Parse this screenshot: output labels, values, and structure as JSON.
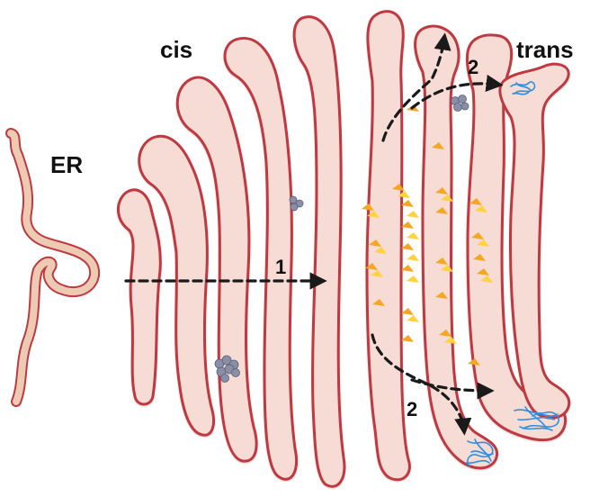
{
  "labels": {
    "er": "ER",
    "cis": "cis",
    "trans": "trans",
    "arrow_1": "1",
    "arrow_2_top": "2",
    "arrow_2_bottom": "2"
  },
  "colors": {
    "cisterna_fill": "#f6dcd4",
    "cisterna_outline": "#c0393f",
    "er_fill": "#eccab4",
    "er_outline": "#c0393f",
    "cargo": "#8a8fa8",
    "coat_orange": "#f5a623",
    "coat_yellow": "#ffd23f",
    "fibril_blue": "#2f8fe0",
    "arrow": "#1a1a1a"
  },
  "icons": [
    "cargo-aggregate-icon",
    "coat-complex-icon",
    "fibrillar-cargo-icon"
  ]
}
